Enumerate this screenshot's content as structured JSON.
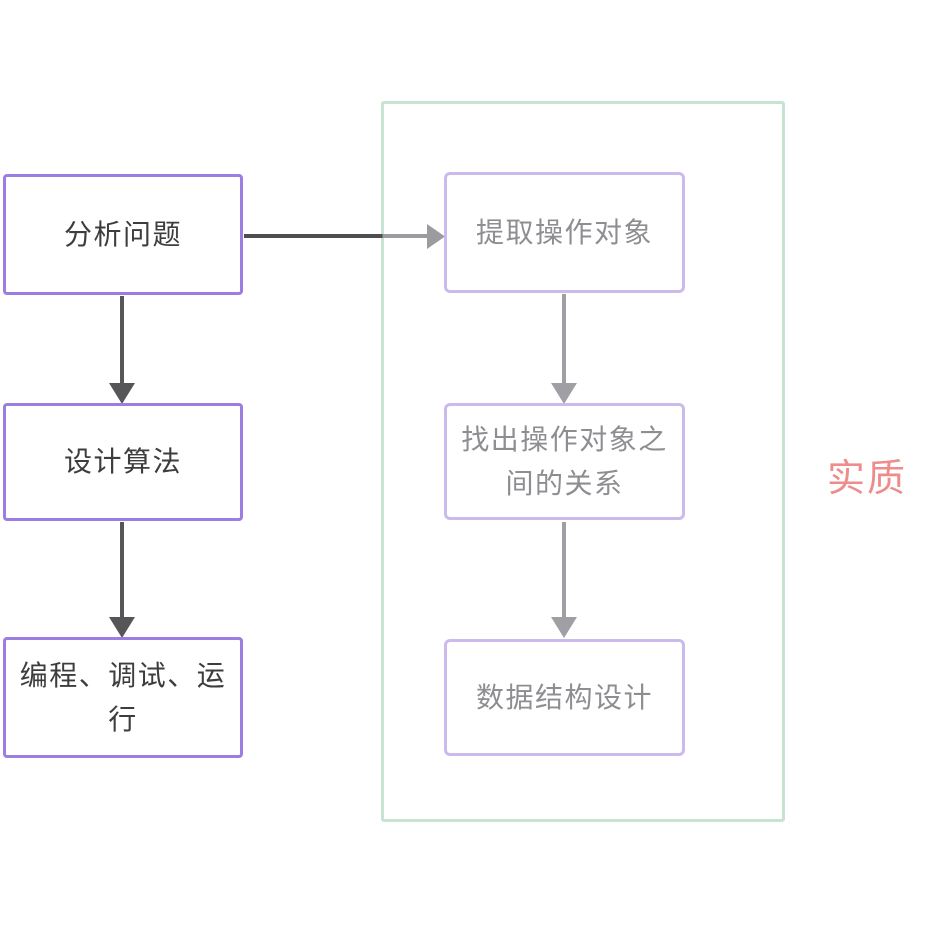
{
  "diagram": {
    "background_color": "#ffffff",
    "group": {
      "name": "essence-group",
      "border_color": "#c7e3d1"
    },
    "annotation": {
      "label": "实质",
      "color": "#ee8c8c"
    },
    "left_column": {
      "border_color": "#9c7ee2",
      "text_color": "#3d3d3d",
      "nodes": [
        {
          "label": "分析问题"
        },
        {
          "label": "设计算法"
        },
        {
          "label": "编程、调试、运行"
        }
      ]
    },
    "right_column": {
      "border_color": "#cbbaec",
      "text_color": "#8e8e92",
      "nodes": [
        {
          "label": "提取操作对象"
        },
        {
          "label": "找出操作对象之间的关系"
        },
        {
          "label": "数据结构设计"
        }
      ]
    },
    "arrows": {
      "dark_color": "#565658",
      "light_color": "#a0a0a4",
      "connections": [
        {
          "from": "分析问题",
          "to": "提取操作对象",
          "direction": "right"
        },
        {
          "from": "分析问题",
          "to": "设计算法",
          "direction": "down"
        },
        {
          "from": "设计算法",
          "to": "编程、调试、运行",
          "direction": "down"
        },
        {
          "from": "提取操作对象",
          "to": "找出操作对象之间的关系",
          "direction": "down"
        },
        {
          "from": "找出操作对象之间的关系",
          "to": "数据结构设计",
          "direction": "down"
        }
      ]
    }
  }
}
